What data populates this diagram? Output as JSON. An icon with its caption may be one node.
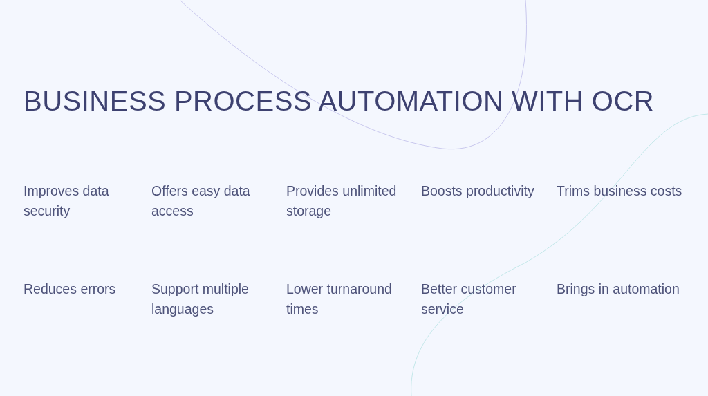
{
  "diagram": {
    "title": "BUSINESS PROCESS AUTOMATION WITH OCR",
    "labels": [
      "Improves data security",
      "Offers easy data access",
      "Provides unlimited storage",
      "Boosts productivity",
      "Trims business costs",
      "Reduces errors",
      "Support multiple languages",
      "Lower turnaround times",
      "Better customer service",
      "Brings in automation"
    ]
  }
}
